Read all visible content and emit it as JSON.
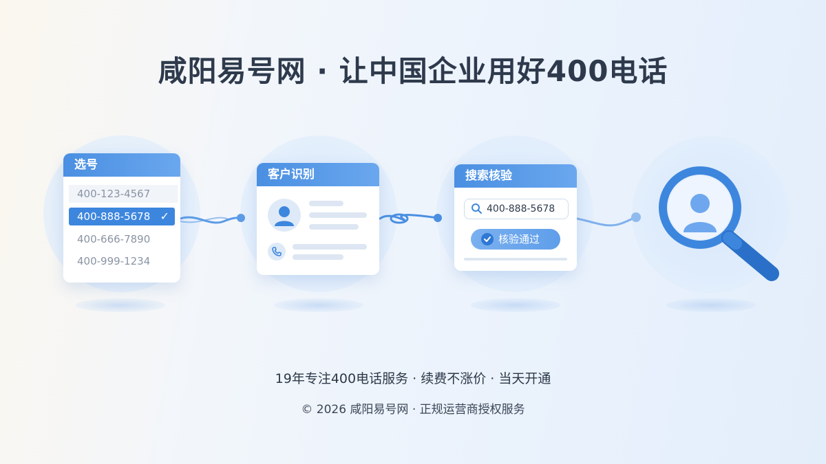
{
  "headline": "咸阳易号网 · 让中国企业用好400电话",
  "steps": {
    "select": {
      "title": "选号",
      "numbers": [
        "400-123-4567",
        "400-888-5678",
        "400-666-7890",
        "400-999-1234"
      ],
      "selected_index": 1
    },
    "identify": {
      "title": "客户识别",
      "icons": [
        "user-avatar-icon",
        "phone-icon"
      ]
    },
    "verify": {
      "title": "搜索核验",
      "search_value": "400-888-5678",
      "button_label": "核验通过"
    },
    "result": {
      "icon": "magnifier-user-icon"
    }
  },
  "footer": {
    "tagline": "19年专注400电话服务 · 续费不涨价 · 当天开通",
    "copyright": "© 2026 咸阳易号网 · 正规运营商授权服务"
  },
  "colors": {
    "accent": "#3d86de",
    "header_blue": "#4a8fe2",
    "text_dark": "#2e3a4c"
  }
}
